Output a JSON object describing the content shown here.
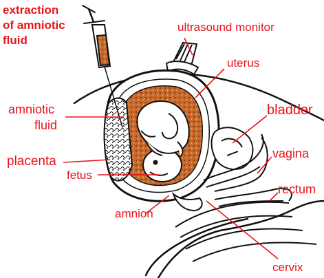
{
  "title_lines": [
    "extraction",
    "of amniotic",
    "fluid"
  ],
  "labels": {
    "ultrasound_monitor": "ultrasound monitor",
    "uterus": "uterus",
    "amniotic_fluid_line1": "amniotic",
    "amniotic_fluid_line2": "fluid",
    "bladder": "bladder",
    "placenta": "placenta",
    "vagina": "vagina",
    "fetus": "fetus",
    "rectum": "rectum",
    "amnion": "amnion",
    "cervix": "cervix"
  },
  "colors": {
    "label_red": "#e8131b",
    "line_black": "#111111",
    "fluid_brown": "#c86a2c",
    "fetus_white": "#ffffff"
  }
}
